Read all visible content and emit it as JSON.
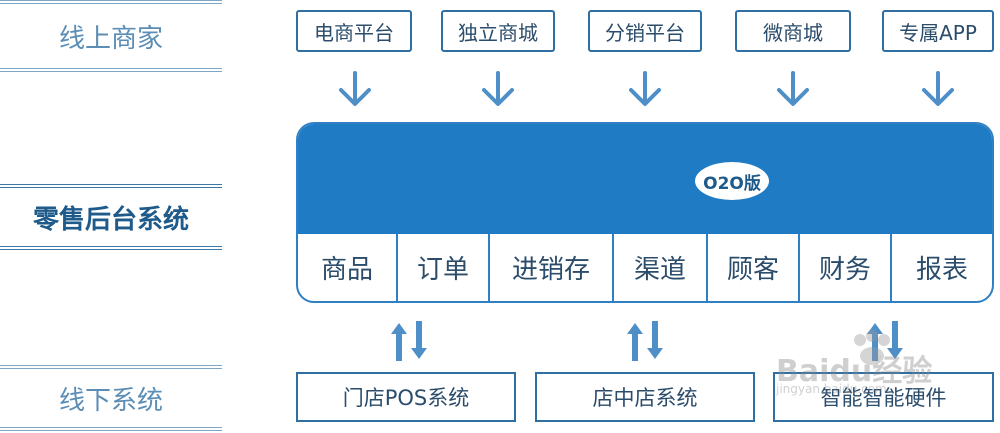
{
  "row_labels": {
    "top": "线上商家",
    "middle": "零售后台系统",
    "bottom": "线下系统"
  },
  "online_channels": [
    "电商平台",
    "独立商城",
    "分销平台",
    "微商城",
    "专属APP"
  ],
  "backend": {
    "badge": "O2O版",
    "modules": [
      "商品",
      "订单",
      "进销存",
      "渠道",
      "顾客",
      "财务",
      "报表"
    ]
  },
  "offline_systems": [
    "门店POS系统",
    "店中店系统",
    "智能智能硬件"
  ],
  "watermark": {
    "text": "Baidu经验",
    "sub": "jingyan.baidu.com"
  },
  "colors": {
    "primary": "#1e7bc4",
    "border": "#2f6fa3",
    "label": "#5b8db5",
    "arrow": "#4f8fc8"
  }
}
